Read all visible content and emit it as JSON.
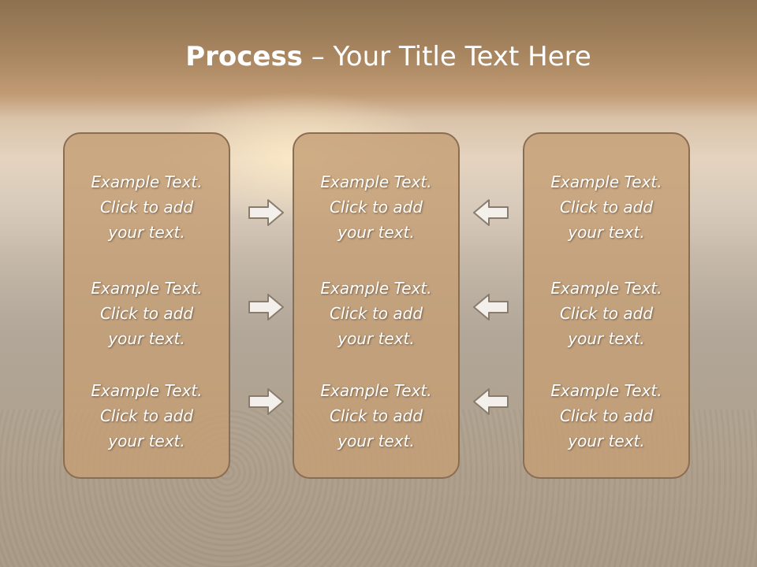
{
  "slide": {
    "title_bold": "Process",
    "title_rest": " – Your Title Text Here"
  },
  "columns": [
    {
      "items": [
        [
          "Example Text.",
          "Click  to add",
          "your text."
        ],
        [
          "Example Text.",
          "Click  to add",
          "your text."
        ],
        [
          "Example Text.",
          "Click  to add",
          "your text."
        ]
      ]
    },
    {
      "items": [
        [
          "Example Text.",
          "Click  to add",
          "your text."
        ],
        [
          "Example Text.",
          "Click  to add",
          "your text."
        ],
        [
          "Example Text.",
          "Click  to add",
          "your text."
        ]
      ]
    },
    {
      "items": [
        [
          "Example Text.",
          "Click  to add",
          "your text."
        ],
        [
          "Example Text.",
          "Click  to add",
          "your text."
        ],
        [
          "Example Text.",
          "Click  to add",
          "your text."
        ]
      ]
    }
  ],
  "arrows": {
    "left_group": "right-arrow-icon",
    "right_group": "left-arrow-icon"
  }
}
